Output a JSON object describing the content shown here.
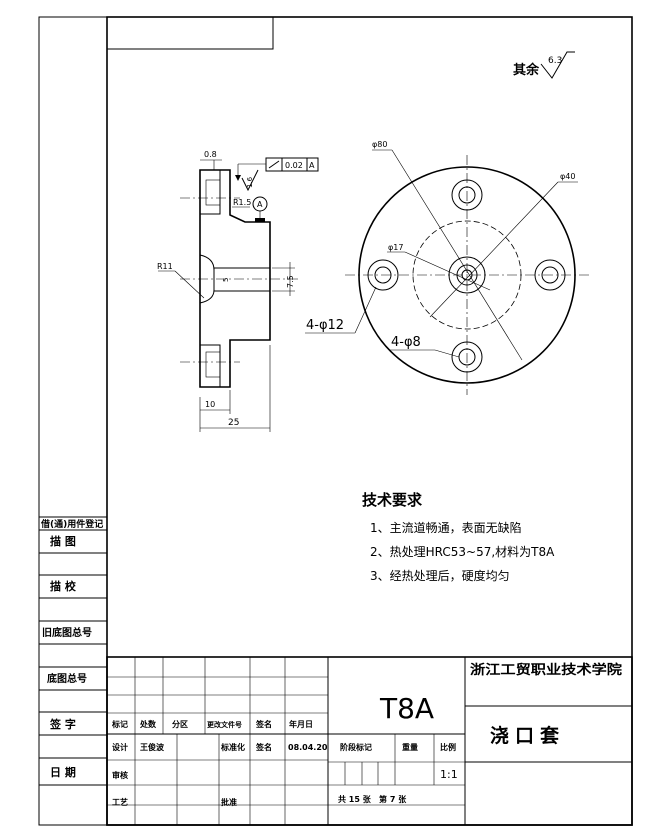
{
  "roughness": {
    "label": "其余",
    "value": "6.3"
  },
  "gdt": {
    "tolerance": "0.02",
    "datum": "A"
  },
  "section_view": {
    "dims": {
      "chamfer": "0.8",
      "roughness_top": "1.6",
      "fillet_small": "R1.5",
      "datum_bubble": "A",
      "fillet_large": "R11",
      "bore": "5",
      "height": "7.5",
      "step": "10",
      "length": "25"
    }
  },
  "front_view": {
    "dims": {
      "outer": "φ80",
      "bolt_circle": "φ40",
      "hub": "φ17",
      "holes_large": "4-φ12",
      "holes_small": "4-φ8"
    }
  },
  "requirements": {
    "title": "技术要求",
    "items": [
      "1、主流道畅通，表面无缺陷",
      "2、热处理HRC53~57,材料为T8A",
      "3、经热处理后，硬度均匀"
    ]
  },
  "left_column": {
    "labels": [
      "借(通)用件登记",
      "描  图",
      "描  校",
      "旧底图总号",
      "底图总号",
      "签  字",
      "日  期"
    ]
  },
  "title_block": {
    "headers_row": [
      "标记",
      "处数",
      "分区",
      "更改文件号",
      "签名",
      "年月日"
    ],
    "row_design": [
      "设计",
      "王俊波",
      "",
      "标准化",
      "签名",
      "08.04.20"
    ],
    "row_review": [
      "审核"
    ],
    "row_process": [
      "工艺",
      "",
      "",
      "批准"
    ],
    "material": "T8A",
    "stage_label": "阶段标记",
    "weight_label": "重量",
    "scale_label": "比例",
    "scale_value": "1:1",
    "sheets_text": "共 15 张   第 7 张",
    "company": "浙江工贸职业技术学院",
    "part_name": "浇口套"
  }
}
